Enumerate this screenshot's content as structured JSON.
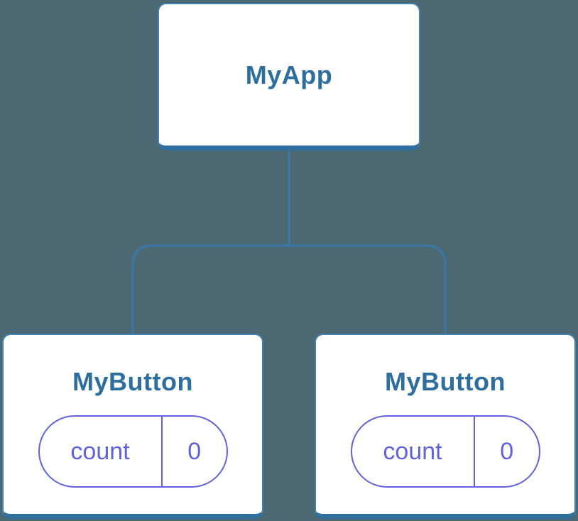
{
  "colors": {
    "background": "#4C6873",
    "connector": "#3878A8",
    "node_fill": "#FFFFFF",
    "node_border": "#4380AC",
    "node_border_bottom": "#2F6F9E",
    "node_label": "#2E6E9E",
    "state_accent": "#6262D9"
  },
  "diagram": {
    "type": "component-tree",
    "root": {
      "label": "MyApp"
    },
    "children": [
      {
        "label": "MyButton",
        "state": {
          "key": "count",
          "value": "0"
        }
      },
      {
        "label": "MyButton",
        "state": {
          "key": "count",
          "value": "0"
        }
      }
    ]
  }
}
